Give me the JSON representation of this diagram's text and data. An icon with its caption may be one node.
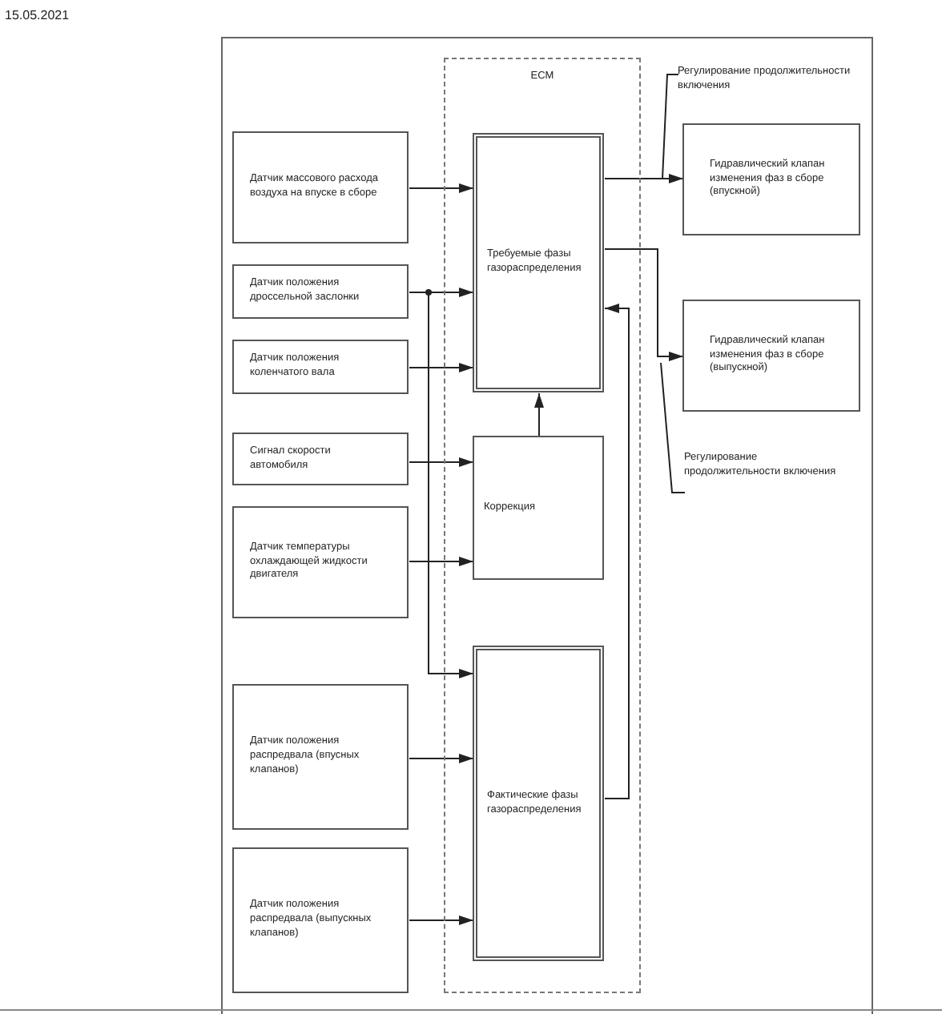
{
  "diagram": {
    "nodes": [
      {
        "text": [
          "ECM"
        ]
      },
      {
        "text": [
          "Регулирование продолжительности включения"
        ]
      },
      {
        "text": [
          "Датчик массового расхода воздуха на впуске в сборе"
        ]
      },
      {
        "text": [
          "Требуемые фазы газораспределения"
        ],
        "in": 0
      },
      {
        "text": [
          "Гидравлический клапан изменения фаз в сборе (впускной)"
        ]
      },
      {
        "text": [
          "Датчик положения дроссельной заслонки"
        ]
      },
      {
        "text": [
          "Датчик положения коленчатого вала"
        ]
      },
      {
        "text": [
          "Гидравлический клапан изменения фаз в сборе (выпускной)"
        ]
      },
      {
        "text": [
          "Сигнал скорости автомобиля"
        ]
      },
      {
        "text": [
          "Коррекция"
        ],
        "in": 0
      },
      {
        "text": [
          "Регулирование продолжительности включения"
        ]
      },
      {
        "text": [
          "Датчик температуры охлаждающей жидкости двигателя"
        ]
      },
      {
        "text": [
          "Фактические фазы газораспределения"
        ],
        "in": 0
      },
      {
        "text": [
          "Датчик положения распредвала (впусных клапанов)"
        ]
      },
      {
        "text": [
          "Датчик положения распредвала (выпускных клапанов)"
        ]
      }
    ],
    "edges": [
      {
        "from": 2,
        "to": 3,
        "arrow": "to"
      },
      {
        "from": 5,
        "to": 3,
        "arrow": "to"
      },
      {
        "from": 5,
        "to": 12,
        "arrow": "to"
      },
      {
        "from": 6,
        "to": 3,
        "arrow": "to"
      },
      {
        "from": 8,
        "to": 9,
        "arrow": "to"
      },
      {
        "from": 11,
        "to": 9,
        "arrow": "to"
      },
      {
        "from": 13,
        "to": 12,
        "arrow": "to"
      },
      {
        "from": 14,
        "to": 12,
        "arrow": "to"
      },
      {
        "from": 9,
        "to": 3,
        "arrow": "to"
      },
      {
        "from": 12,
        "to": 3,
        "arrow": "to"
      },
      {
        "from": 3,
        "to": 4,
        "arrow": "to"
      },
      {
        "from": 3,
        "to": 7,
        "arrow": "to"
      },
      {
        "from": 1,
        "to": null,
        "arrow": "none"
      },
      {
        "from": 10,
        "to": null,
        "arrow": "none"
      }
    ],
    "labels": [
      "15.05.2021"
    ]
  }
}
